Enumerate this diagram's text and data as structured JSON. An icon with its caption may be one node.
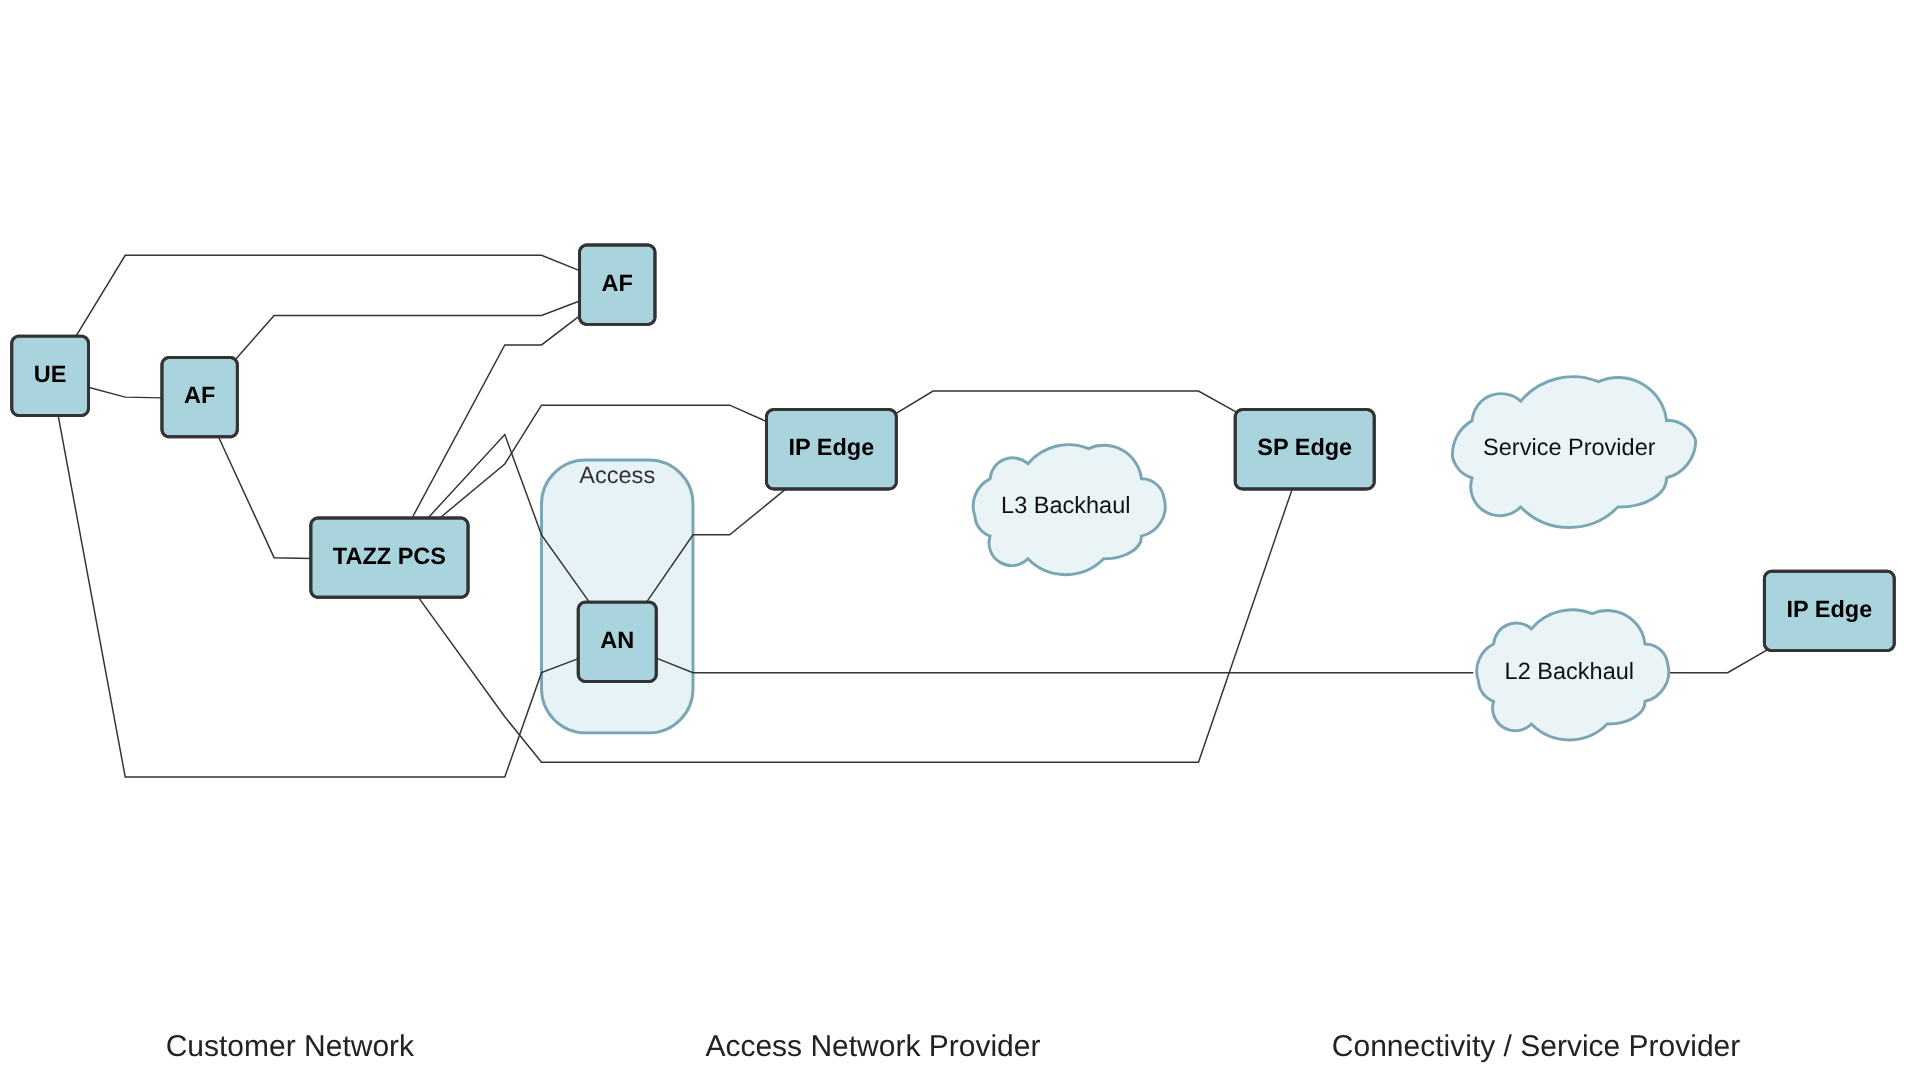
{
  "diagram": {
    "nodes": [
      {
        "text": [
          "AF"
        ]
      },
      {
        "text": [
          "AF"
        ]
      },
      {
        "text": [
          "TAZZ PCS"
        ]
      },
      {
        "text": [
          "UE"
        ]
      },
      {
        "text": [
          "Access"
        ]
      },
      {
        "text": [
          "AN"
        ],
        "in": 4
      },
      {
        "text": [
          "IP Edge"
        ]
      },
      {
        "text": [
          "L3 Backhaul"
        ]
      },
      {
        "text": [
          "SP Edge"
        ]
      },
      {
        "text": [
          "Service Provider"
        ]
      },
      {
        "text": [
          "IP Edge"
        ]
      },
      {
        "text": [
          "L2 Backhaul"
        ]
      }
    ],
    "edges": [
      {
        "from": 3,
        "to": 1,
        "arrow": "none"
      },
      {
        "from": 3,
        "to": 0,
        "arrow": "none"
      },
      {
        "from": 0,
        "to": 1,
        "arrow": "none"
      },
      {
        "from": 0,
        "to": 2,
        "arrow": "none"
      },
      {
        "from": 2,
        "to": 1,
        "arrow": "none"
      },
      {
        "from": 2,
        "to": 5,
        "arrow": "none"
      },
      {
        "from": 2,
        "to": 6,
        "arrow": "none"
      },
      {
        "from": 2,
        "to": 8,
        "arrow": "none"
      },
      {
        "from": 3,
        "to": 5,
        "arrow": "none"
      },
      {
        "from": 5,
        "to": 6,
        "arrow": "none"
      },
      {
        "from": 6,
        "to": 8,
        "arrow": "none"
      },
      {
        "from": 5,
        "to": 11,
        "arrow": "none"
      },
      {
        "from": 11,
        "to": 10,
        "arrow": "none"
      }
    ],
    "labels": [
      "Customer Network",
      "Access Network Provider",
      "Connectivity / Service Provider"
    ]
  }
}
